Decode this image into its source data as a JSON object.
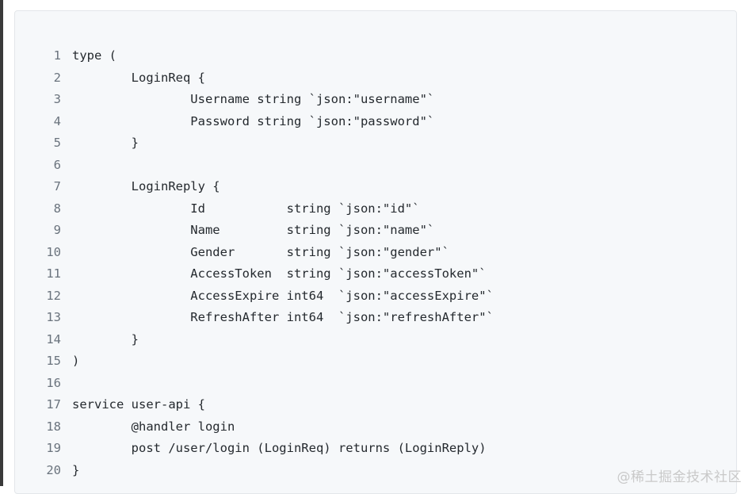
{
  "code": {
    "lines": [
      {
        "num": "1",
        "text": "type ("
      },
      {
        "num": "2",
        "text": "        LoginReq {"
      },
      {
        "num": "3",
        "text": "                Username string `json:\"username\"`"
      },
      {
        "num": "4",
        "text": "                Password string `json:\"password\"`"
      },
      {
        "num": "5",
        "text": "        }"
      },
      {
        "num": "6",
        "text": ""
      },
      {
        "num": "7",
        "text": "        LoginReply {"
      },
      {
        "num": "8",
        "text": "                Id           string `json:\"id\"`"
      },
      {
        "num": "9",
        "text": "                Name         string `json:\"name\"`"
      },
      {
        "num": "10",
        "text": "                Gender       string `json:\"gender\"`"
      },
      {
        "num": "11",
        "text": "                AccessToken  string `json:\"accessToken\"`"
      },
      {
        "num": "12",
        "text": "                AccessExpire int64  `json:\"accessExpire\"`"
      },
      {
        "num": "13",
        "text": "                RefreshAfter int64  `json:\"refreshAfter\"`"
      },
      {
        "num": "14",
        "text": "        }"
      },
      {
        "num": "15",
        "text": ")"
      },
      {
        "num": "16",
        "text": ""
      },
      {
        "num": "17",
        "text": "service user-api {"
      },
      {
        "num": "18",
        "text": "        @handler login"
      },
      {
        "num": "19",
        "text": "        post /user/login (LoginReq) returns (LoginReply)"
      },
      {
        "num": "20",
        "text": "}"
      }
    ]
  },
  "watermark": "@稀土掘金技术社区"
}
